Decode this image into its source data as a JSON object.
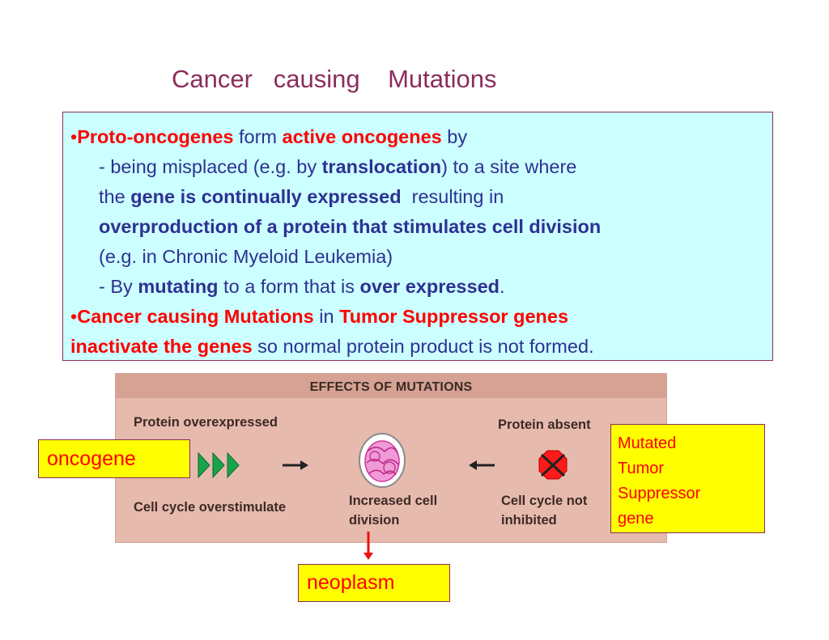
{
  "title": "Cancer   causing    Mutations",
  "textbox": {
    "bullet": "•",
    "b1_term": "Proto-oncogenes",
    "b1_form": " form ",
    "b1_active": "active oncogenes",
    "b1_by": " by",
    "misplaced_pre": "- being misplaced (e.g. by ",
    "translocation": "translocation",
    "misplaced_post": ") to a site where",
    "the": "the ",
    "gene_expressed": "gene is continually expressed",
    "resulting": "  resulting in",
    "overproduction": "overproduction of a protein that stimulates cell division",
    "example": "(e.g. in Chronic Myeloid Leukemia)",
    "by_pre": "- By ",
    "mutating": "mutating",
    "to_form": " to a form that is ",
    "over_expressed": "over expressed",
    "period": ".",
    "b2_term": "Cancer causing Mutations",
    "b2_in": " in ",
    "b2_tsg": "Tumor Suppressor genes",
    "b2_inactivate": "inactivate the genes",
    "b2_rest": " so normal protein product is not formed."
  },
  "panel": {
    "header": "EFFECTS OF MUTATIONS",
    "protein_over": "Protein overexpressed",
    "cell_cycle_over": "Cell cycle overstimulate",
    "increased_1": "Increased cell",
    "increased_2": "division",
    "protein_absent": "Protein absent",
    "not_inhibited_1": "Cell cycle not",
    "not_inhibited_2": "inhibited"
  },
  "labels": {
    "oncogene": "oncogene",
    "mutated_1": "Mutated",
    "mutated_2": "Tumor",
    "mutated_3": "Suppressor",
    "mutated_4": "gene",
    "neoplasm": "neoplasm"
  },
  "colors": {
    "title": "#8b2d5c",
    "text_blue": "#2e3192",
    "text_red": "#ff0000",
    "textbox_bg": "#ccffff",
    "panel_bg": "#e7baae",
    "panel_header": "#d5a293",
    "label_bg": "#ffff00"
  }
}
